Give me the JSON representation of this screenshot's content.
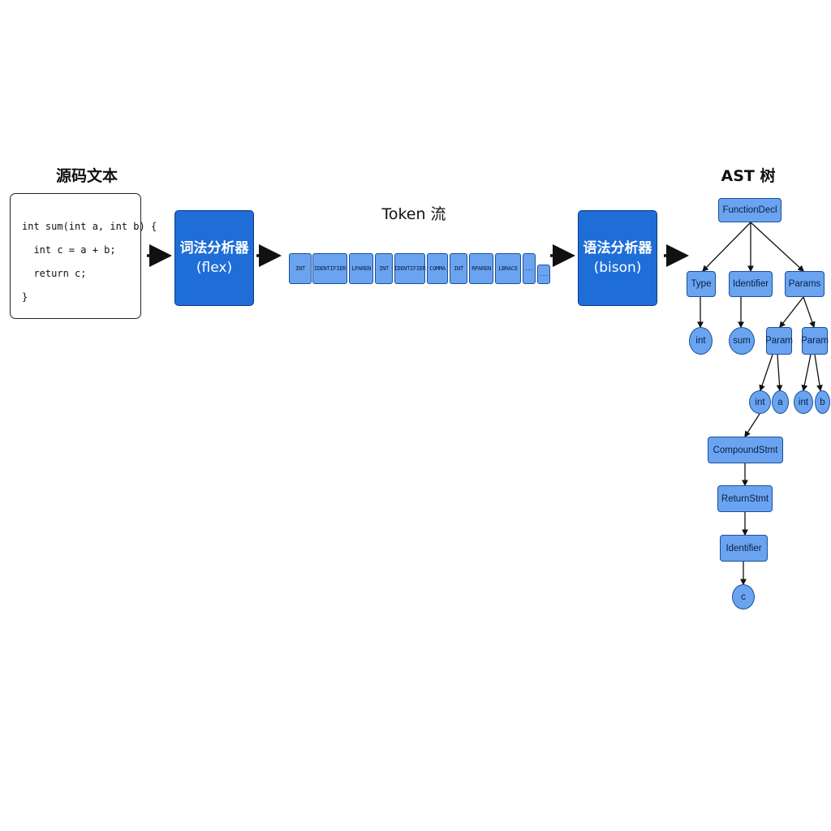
{
  "titles": {
    "source": "源码文本",
    "tokens": "Token 流",
    "ast": "AST 树"
  },
  "source_code": [
    "int sum(int a, int b) {",
    "  int c = a + b;",
    "  return c;",
    "}"
  ],
  "lexer": {
    "name": "词法分析器",
    "tool": "(flex)"
  },
  "parser": {
    "name": "语法分析器",
    "tool": "(bison)"
  },
  "tokens": [
    "INT",
    "IDENTIFIER",
    "LPAREN",
    "INT",
    "IDENTIFIER",
    "COMMA",
    "INT",
    "RPAREN",
    "LBRACE",
    "...",
    "..."
  ],
  "ast": {
    "function_decl": "FunctionDecl",
    "type": "Type",
    "identifier": "Identifier",
    "params": "Params",
    "type_value": "int",
    "identifier_value": "sum",
    "param_1": "Param",
    "param_2": "Param",
    "param_1_type": "int",
    "param_1_name": "a",
    "param_2_type": "int",
    "param_2_name": "b",
    "compound_stmt": "CompoundStmt",
    "return_stmt": "ReturnStmt",
    "return_identifier": "Identifier",
    "return_value": "c"
  },
  "colors": {
    "processor_fill": "#1f6ed8",
    "node_fill": "#6aa4f0",
    "node_border": "#1b4f9a",
    "arrow": "#111111"
  }
}
